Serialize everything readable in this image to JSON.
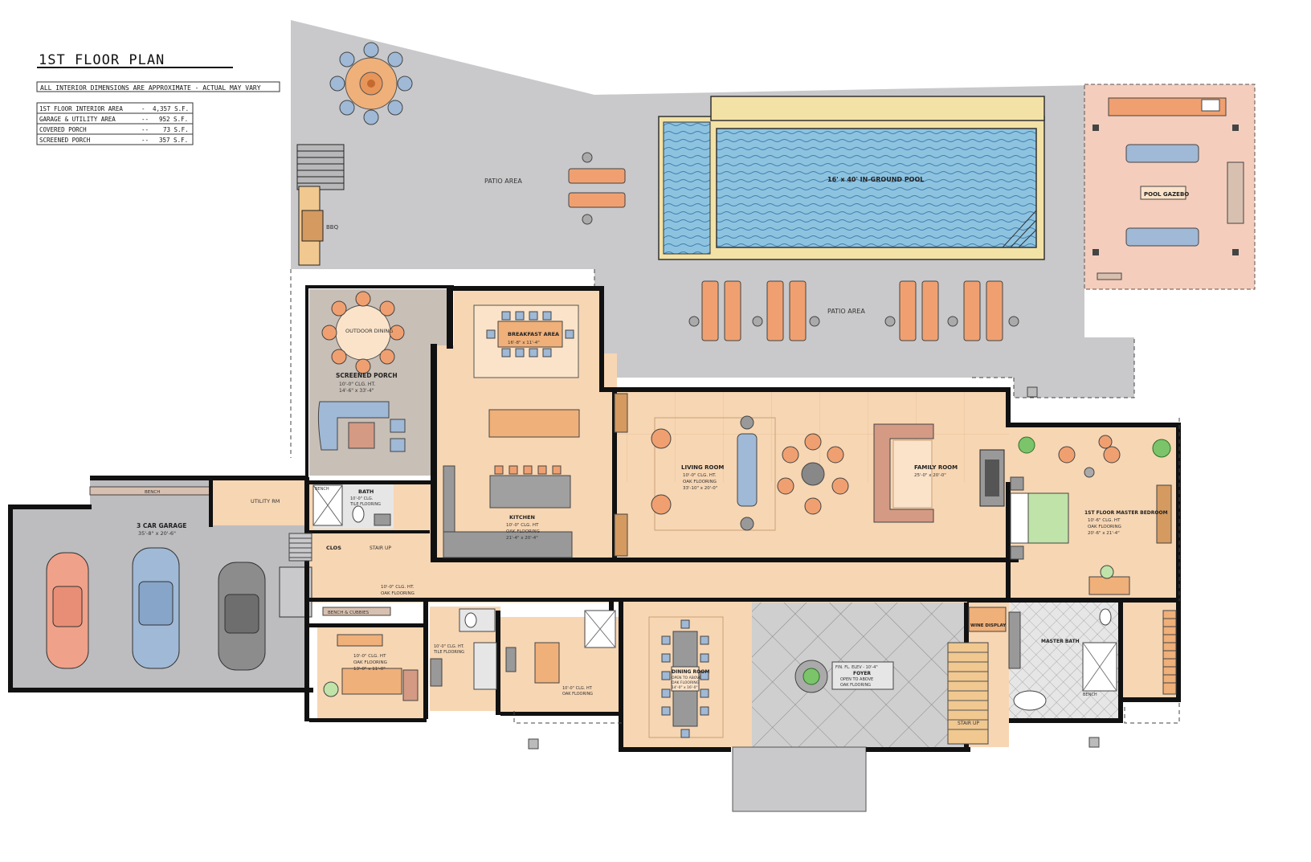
{
  "title": "1ST FLOOR PLAN",
  "disclaimer": "ALL INTERIOR DIMENSIONS ARE APPROXIMATE - ACTUAL MAY VARY",
  "areas": [
    {
      "label": "1ST FLOOR INTERIOR AREA",
      "sep": "-",
      "value": "4,357 S.F."
    },
    {
      "label": "GARAGE & UTILITY AREA",
      "sep": "--",
      "value": "952 S.F."
    },
    {
      "label": "COVERED PORCH",
      "sep": "--",
      "value": "73 S.F."
    },
    {
      "label": "SCREENED PORCH",
      "sep": "--",
      "value": "357 S.F."
    }
  ],
  "rooms": {
    "patio_top": "PATIO AREA",
    "patio_mid": "PATIO AREA",
    "pool": "16' x 40' IN-GROUND POOL",
    "gazebo": "POOL GAZEBO",
    "bbq": "BBQ",
    "outdoor_dining": "OUTDOOR DINING",
    "screened_porch": {
      "name": "SCREENED PORCH",
      "l1": "10'-0\" CLG. HT.",
      "l2": "14'-6\" x 33'-4\""
    },
    "breakfast": {
      "name": "BREAKFAST AREA",
      "l1": "16'-8\" x 11'-4\""
    },
    "kitchen": {
      "name": "KITCHEN",
      "l1": "10'-0\" CLG. HT",
      "l2": "OAK FLOORING",
      "l3": "21'-4\" x 20'-4\""
    },
    "living": {
      "name": "LIVING ROOM",
      "l1": "10'-0\" CLG. HT.",
      "l2": "OAK FLOORING",
      "l3": "33'-10\" x 20'-0\""
    },
    "family": {
      "name": "FAMILY ROOM",
      "l1": "25'-0\" x 20'-0\""
    },
    "master_bed": {
      "name": "1ST FLOOR MASTER BEDROOM",
      "l1": "10'-6\" CLG. HT",
      "l2": "OAK FLOORING",
      "l3": "20'-6\" x 21'-4\""
    },
    "garage": {
      "name": "3 CAR GARAGE",
      "l1": "35'-8\" x 20'-6\""
    },
    "garage_bench": "BENCH",
    "utility": "UTILITY RM",
    "bath": {
      "name": "BATH",
      "l1": "10'-0\" CLG.",
      "l2": "TILE FLOORING"
    },
    "bench_small": "BENCH",
    "clos": "CLOS",
    "stair_up_left": "STAIR UP",
    "hall": {
      "l1": "10'-0\" CLG. HT.",
      "l2": "OAK FLOORING"
    },
    "bench_cubbies": "BENCH & CUBBIES",
    "office": {
      "l1": "10'-0\" CLG. HT",
      "l2": "OAK FLOORING",
      "l3": "13'-0\" x 11'-0\""
    },
    "laundry": {
      "l1": "10'-0\" CLG. HT.",
      "l2": "TILE FLOORING"
    },
    "pantry": {
      "l1": "10'-0\" CLG. HT",
      "l2": "OAK FLOORING"
    },
    "dining": {
      "name": "DINING ROOM",
      "l1": "OPEN TO ABOVE",
      "l2": "OAK FLOORING",
      "l3": "14'-0\" x 16'-0\""
    },
    "foyer": {
      "l0": "FIN. FL. ELEV - 10'-4\"",
      "name": "FOYER",
      "l1": "OPEN TO ABOVE",
      "l2": "OAK FLOORING"
    },
    "wine": "WINE DISPLAY",
    "stair_up_right": "STAIR UP",
    "master_bath": "MASTER BATH",
    "bench_bath": "BENCH"
  },
  "colors": {
    "patio": "#c9c9cb",
    "interior": "#f7d6b3",
    "interior_light": "#fbe3c9",
    "screened": "#c8bfb7",
    "garage": "#bdbdc0",
    "pool_water": "#8ec3e0",
    "pool_coping": "#f3e2a6",
    "tile": "#d7d7d7",
    "chair_blue": "#9fb9d6",
    "chair_orange": "#f0a070",
    "wall": "#111111"
  }
}
